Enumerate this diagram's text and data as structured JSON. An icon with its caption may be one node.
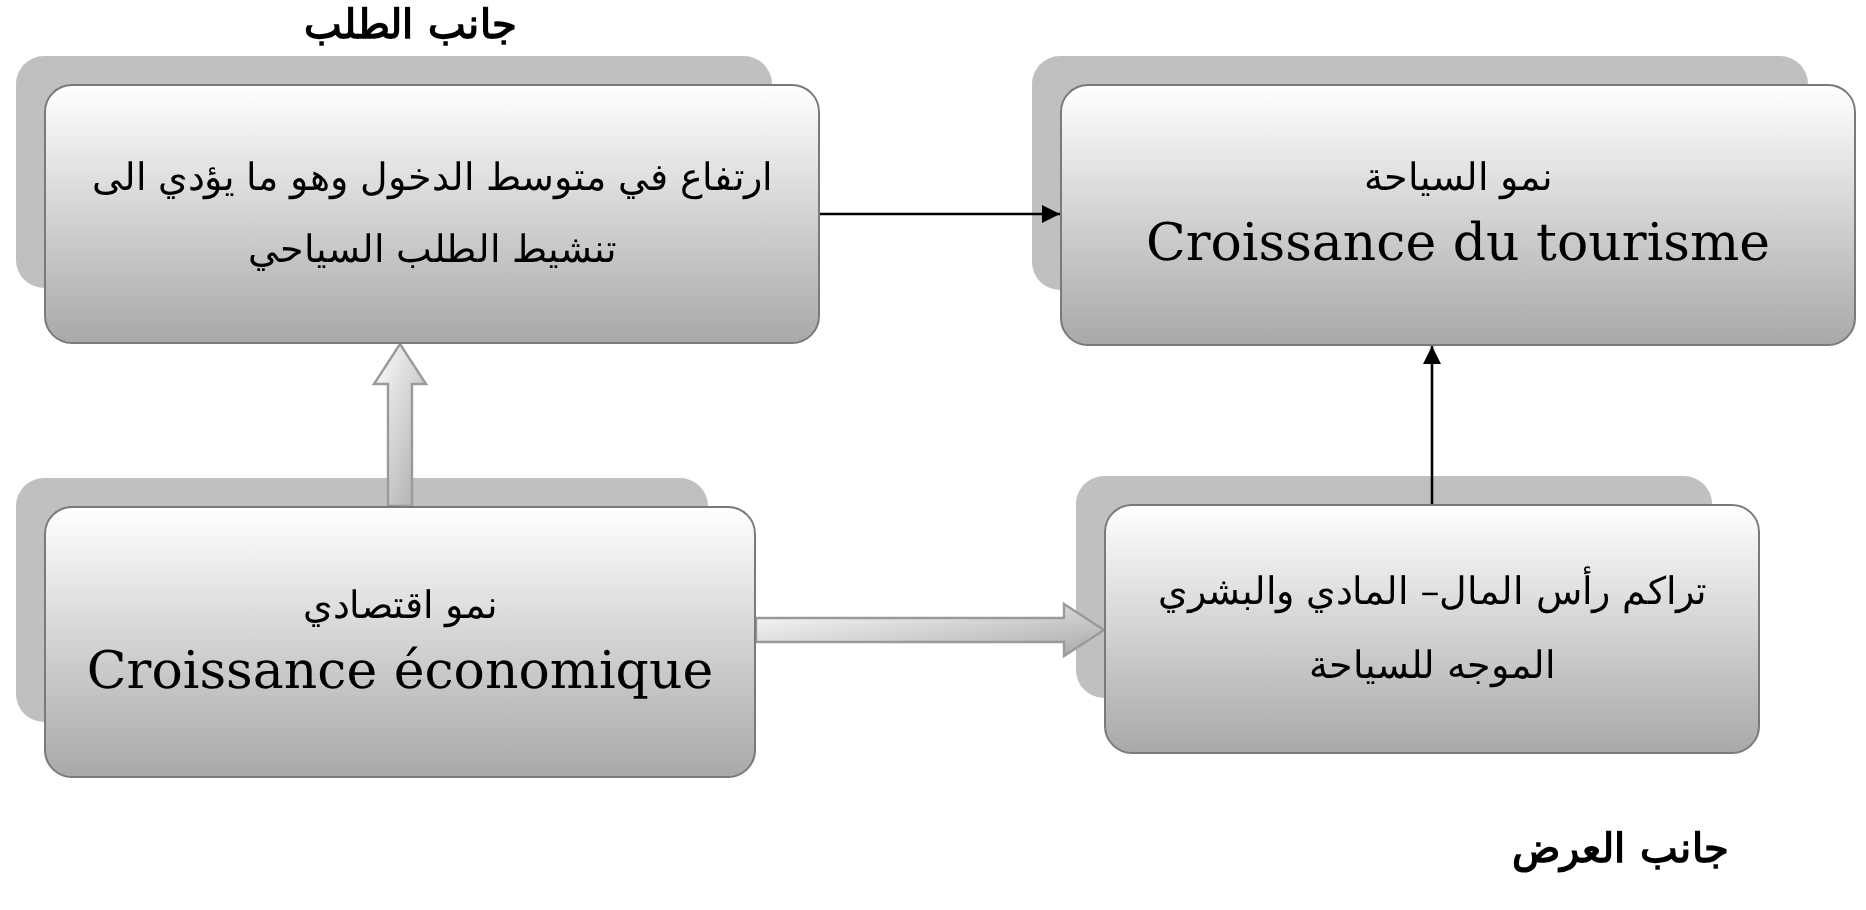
{
  "diagram": {
    "nodes": [
      {
        "text": [
          "ارتفاع في متوسط الدخول وهو ما يؤدي الى تنشيط الطلب السياحي"
        ]
      },
      {
        "text": [
          "نمو السياحة",
          "Croissance du tourisme"
        ]
      },
      {
        "text": [
          "نمو اقتصادي",
          "Croissance économique"
        ]
      },
      {
        "text": [
          "تراكم رأس المال– المادي والبشري الموجه للسياحة"
        ]
      }
    ],
    "edges": [
      {
        "from": 0,
        "to": 1,
        "arrow": "to"
      },
      {
        "from": 2,
        "to": 0,
        "arrow": "to",
        "style": "thick"
      },
      {
        "from": 2,
        "to": 3,
        "arrow": "to",
        "style": "thick"
      },
      {
        "from": 3,
        "to": 1,
        "arrow": "to"
      }
    ],
    "labels": [
      "جانب الطلب",
      "جانب العرض"
    ]
  }
}
